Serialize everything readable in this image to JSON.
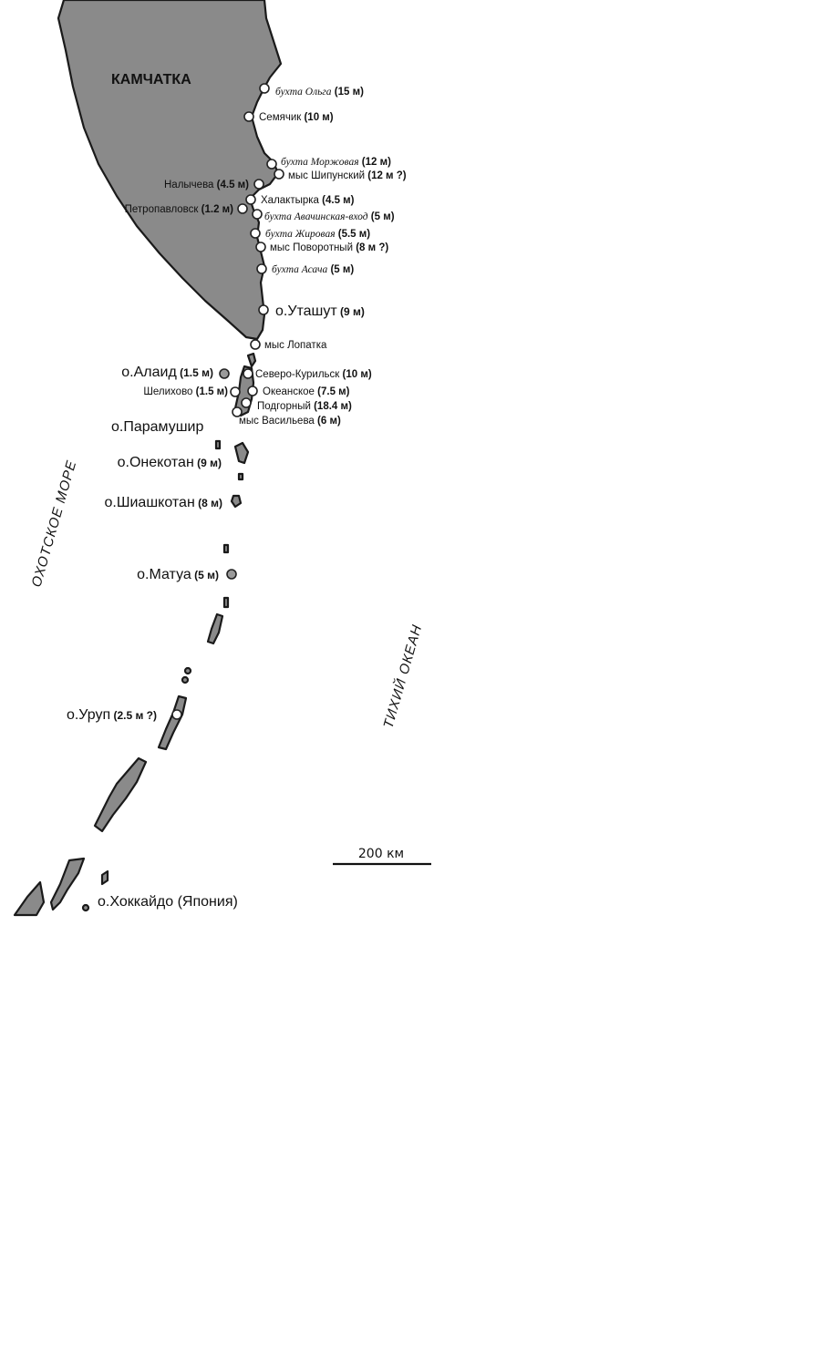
{
  "map": {
    "region_label": "КАМЧАТКА",
    "sea_labels": {
      "okhotsk": "ОХОТСКОЕ МОРЕ",
      "pacific": "ТИХИЙ ОКЕАН"
    },
    "scale": {
      "label": "200 км"
    },
    "places": {
      "olga": {
        "name": "бухта Ольга",
        "value": " (15 м)"
      },
      "semyachik": {
        "name": "Семячик",
        "value": " (10 м)"
      },
      "morzhovaya": {
        "name": "бухта Моржовая",
        "value": " (12 м)"
      },
      "shipunsky": {
        "name": "мыс Шипунский",
        "value": " (12 м ?)"
      },
      "nalycheva": {
        "name": "Налычева",
        "value": " (4.5 м)"
      },
      "khalaktyrka": {
        "name": "Халактырка",
        "value": " (4.5 м)"
      },
      "petropavlovsk": {
        "name": "Петропавловск",
        "value": " (1.2 м)"
      },
      "avacha_entrance": {
        "name": "бухта Авачинская-вход",
        "value": " (5 м)"
      },
      "zhirovaya": {
        "name": "бухта Жировая",
        "value": " (5.5 м)"
      },
      "povorotny": {
        "name": "мыс Поворотный",
        "value": " (8 м ?)"
      },
      "asacha": {
        "name": "бухта Асача",
        "value": " (5 м)"
      },
      "utashut": {
        "name": "о.Уташут",
        "value": " (9 м)"
      },
      "lopatka": {
        "name": "мыс Лопатка",
        "value": ""
      },
      "alaid": {
        "name": "о.Алаид",
        "value": " (1.5 м)"
      },
      "severo_kurilsk": {
        "name": "Северо-Курильск",
        "value": " (10 м)"
      },
      "shelikhovo": {
        "name": "Шелихово",
        "value": " (1.5 м)"
      },
      "okeanskoe": {
        "name": "Океанское",
        "value": " (7.5 м)"
      },
      "podgorny": {
        "name": "Подгорный",
        "value": " (18.4 м)"
      },
      "vasilyeva": {
        "name": "мыс Васильева",
        "value": " (6 м)"
      },
      "paramushir": {
        "name": "о.Парамушир",
        "value": ""
      },
      "onekotan": {
        "name": "о.Онекотан",
        "value": " (9 м)"
      },
      "shiashkotan": {
        "name": "о.Шиашкотан",
        "value": " (8 м)"
      },
      "matua": {
        "name": "о.Матуа",
        "value": " (5 м)"
      },
      "urup": {
        "name": "о.Уруп",
        "value": " (2.5 м ?)"
      },
      "hokkaido": {
        "name": "о.Хоккайдо (Япония)",
        "value": ""
      }
    }
  }
}
